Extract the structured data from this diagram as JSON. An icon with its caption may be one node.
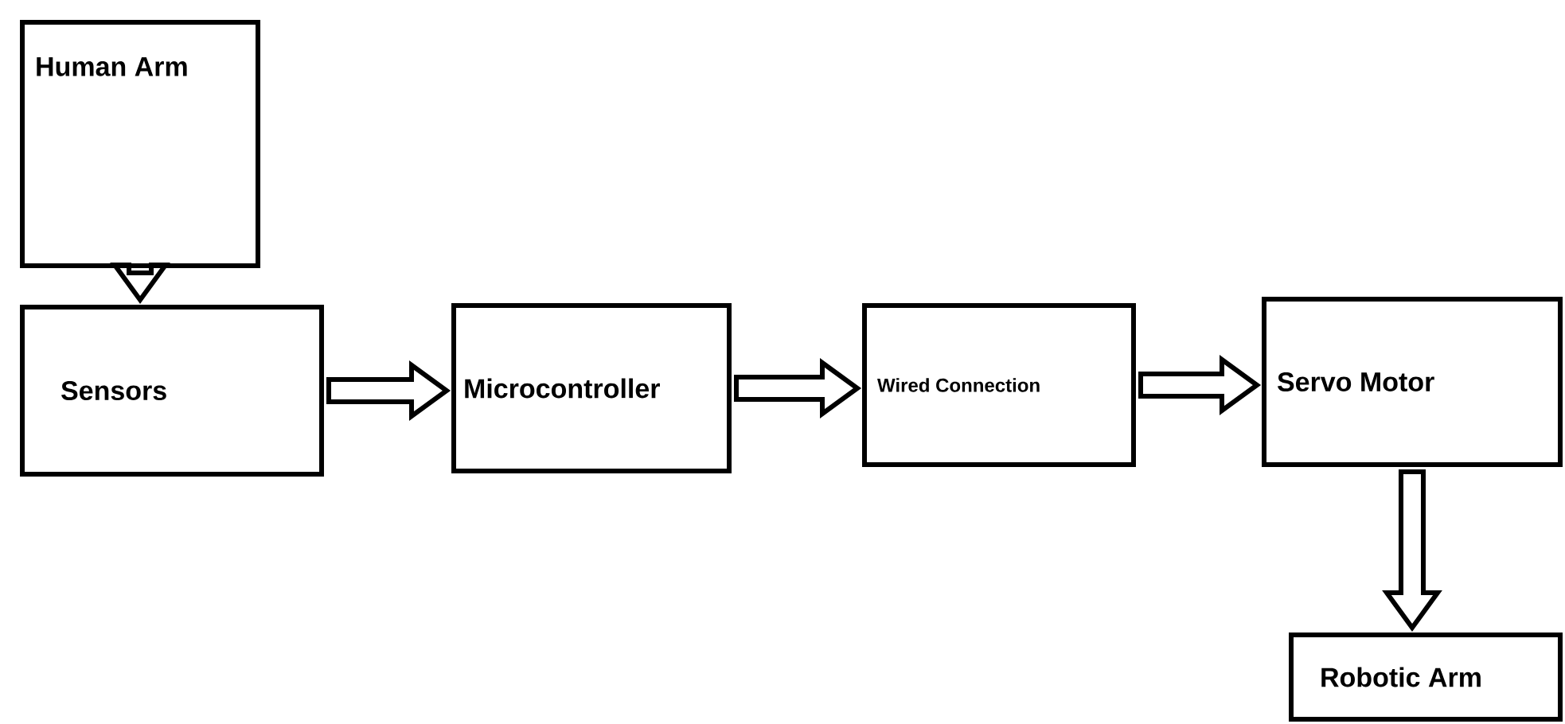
{
  "diagram": {
    "nodes": [
      {
        "text": [
          "Human Arm"
        ]
      },
      {
        "text": [
          "Sensors"
        ]
      },
      {
        "text": [
          "Microcontroller"
        ]
      },
      {
        "text": [
          "Wired Connection"
        ]
      },
      {
        "text": [
          "Servo Motor"
        ]
      },
      {
        "text": [
          "Robotic Arm"
        ]
      }
    ],
    "edges": [
      {
        "from": 0,
        "to": 1,
        "arrow": "to"
      },
      {
        "from": 1,
        "to": 2,
        "arrow": "to"
      },
      {
        "from": 2,
        "to": 3,
        "arrow": "to"
      },
      {
        "from": 3,
        "to": 4,
        "arrow": "to"
      },
      {
        "from": 4,
        "to": 5,
        "arrow": "to"
      }
    ]
  }
}
